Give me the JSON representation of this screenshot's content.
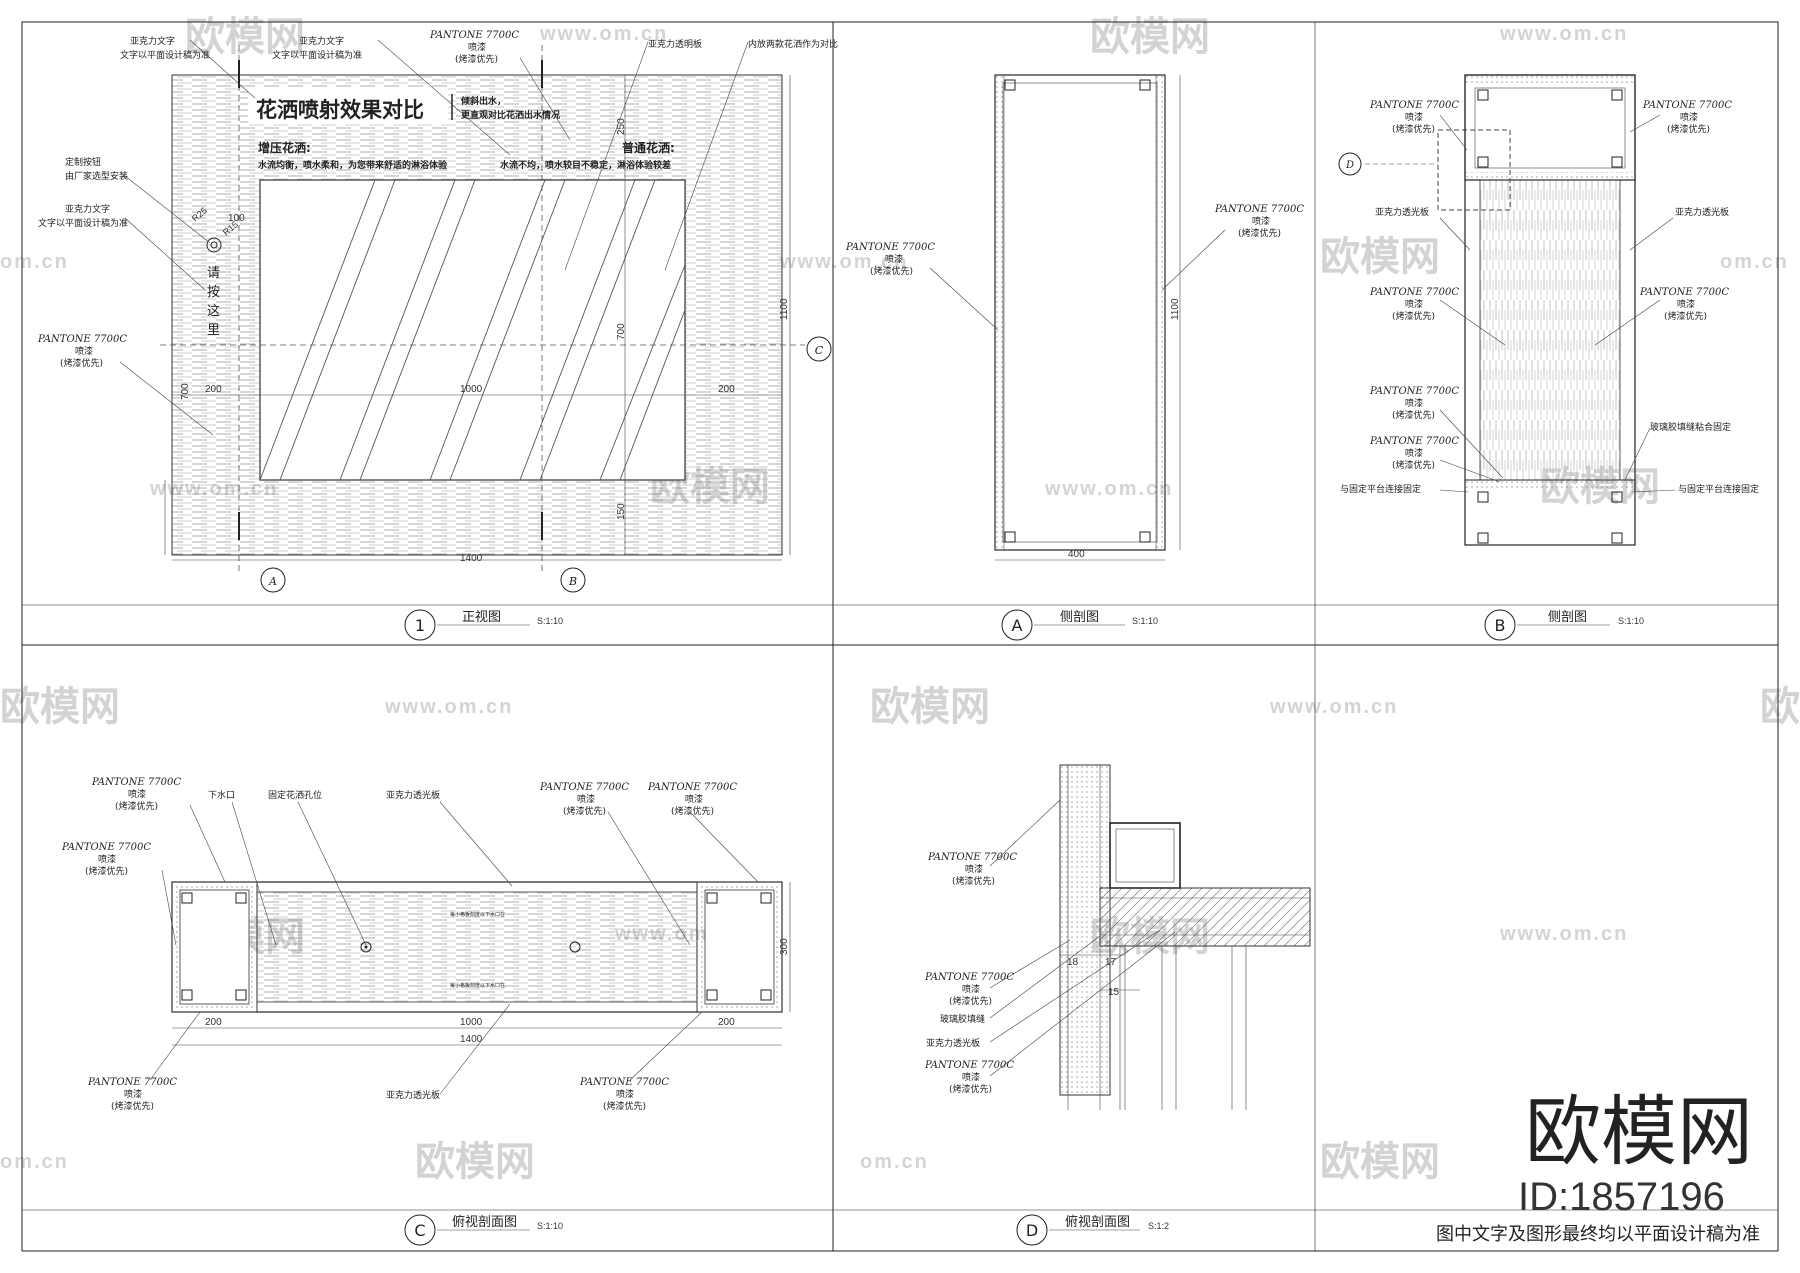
{
  "panels": {
    "p1": {
      "num": "1",
      "title": "正视图",
      "scale": "S:1:10"
    },
    "pa": {
      "num": "A",
      "title": "侧剖图",
      "scale": "S:1:10"
    },
    "pb": {
      "num": "B",
      "title": "侧剖图",
      "scale": "S:1:10"
    },
    "pc": {
      "num": "C",
      "title": "俯视剖面图",
      "scale": "S:1:10"
    },
    "pd": {
      "num": "D",
      "title": "俯视剖面图",
      "scale": "S:1:2"
    }
  },
  "front": {
    "headline": "花洒喷射效果对比",
    "sub1": "倾斜出水，",
    "sub2": "更直观对比花洒出水情况",
    "left_title": "增压花洒:",
    "left_desc": "水流均衡，喷水柔和，为您带来舒适的淋浴体验",
    "right_title": "普通花洒:",
    "right_desc": "水流不均，喷水较目不稳定，淋浴体验较差",
    "press": [
      "请",
      "按",
      "这",
      "里"
    ],
    "notes": {
      "n1a": "亚克力文字",
      "n1b": "文字以平面设计稿为准",
      "n2a": "亚克力文字",
      "n2b": "文字以平面设计稿为准",
      "pantone": "PANTONE 7700C",
      "spray": "喷漆",
      "bake": "(烤漆优先)",
      "acrylic_panel": "亚克力透明板",
      "inside": "内放两款花洒作为对比",
      "btn_a": "定制按钮",
      "btn_b": "由厂家选型安装",
      "acr_a": "亚克力文字",
      "acr_b": "文字以平面设计稿为准"
    },
    "dims": {
      "d200a": "200",
      "d1000": "1000",
      "d200b": "200",
      "d1400": "1400",
      "d1100": "1100",
      "d250": "250",
      "d700": "700",
      "d150": "150",
      "d700b": "700",
      "d100": "100",
      "r25": "R25",
      "r15": "R15"
    },
    "cut": {
      "a": "A",
      "b": "B",
      "c": "C"
    }
  },
  "side_a": {
    "pantone": "PANTONE 7700C",
    "spray": "喷漆",
    "bake": "(烤漆优先)",
    "d400": "400",
    "d1100": "1100"
  },
  "side_b": {
    "pantone": "PANTONE 7700C",
    "spray": "喷漆",
    "bake": "(烤漆优先)",
    "acr": "亚克力透光板",
    "glue": "玻璃胶填缝粘合固定",
    "fix": "与固定平台连接固定",
    "d": "D"
  },
  "plan_c": {
    "pantone": "PANTONE 7700C",
    "spray": "喷漆",
    "bake": "(烤漆优先)",
    "drain": "下水口",
    "hole": "固定花洒孔位",
    "acr": "亚克力透光板",
    "tiny": "每小格板刻度以下水口在",
    "d200a": "200",
    "d1000": "1000",
    "d200b": "200",
    "d1400": "1400",
    "d300": "300"
  },
  "plan_d": {
    "pantone": "PANTONE 7700C",
    "spray": "喷漆",
    "bake": "(烤漆优先)",
    "glue": "玻璃胶填缝",
    "acr": "亚克力透光板",
    "d18": "18",
    "d17": "17",
    "d15": "15"
  },
  "watermark": {
    "cn": "欧模网",
    "url": "www.om.cn",
    "cn_short": "om.cn"
  },
  "footer": {
    "brand": "欧模网",
    "id": "ID:1857196",
    "note": "图中文字及图形最终均以平面设计稿为准"
  }
}
